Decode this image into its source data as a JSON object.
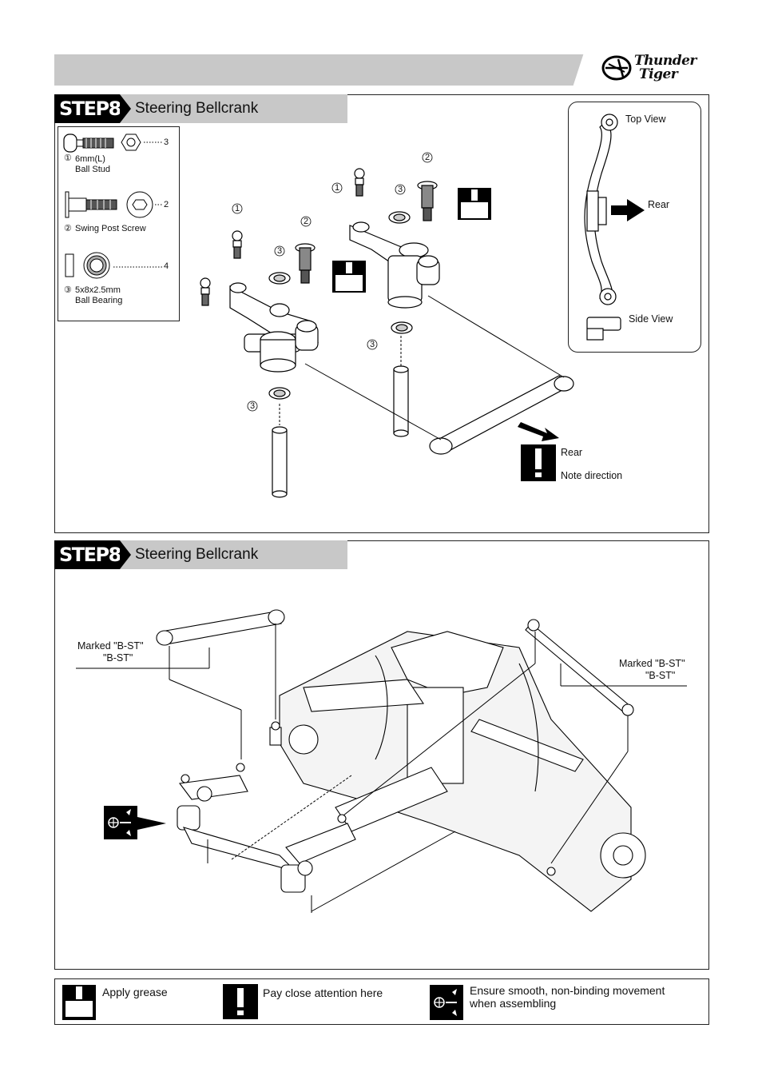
{
  "header": {
    "brand_line1": "Thunder",
    "brand_line2": "Tiger"
  },
  "step_top": {
    "tag": "STEP8",
    "title": "Steering Bellcrank",
    "parts": [
      {
        "num": "①",
        "name": "6mm(L)",
        "desc": "Ball Stud",
        "qty": "3"
      },
      {
        "num": "②",
        "name": "Swing Post Screw",
        "desc": "",
        "qty": "2"
      },
      {
        "num": "③",
        "name": "5x8x2.5mm",
        "desc": "Ball Bearing",
        "qty": "4"
      }
    ],
    "callouts": {
      "c1": "1",
      "c2": "2",
      "c3": "3"
    },
    "inset": {
      "top_view": "Top View",
      "rear": "Rear",
      "side_view": "Side View"
    },
    "rear_label": "Rear",
    "note": "Note direction"
  },
  "step_bottom": {
    "tag": "STEP8",
    "title": "Steering Bellcrank",
    "marked_left_1": "Marked \"B-ST\"",
    "marked_left_2": "\"B-ST\"",
    "marked_right_1": "Marked \"B-ST\"",
    "marked_right_2": "\"B-ST\""
  },
  "legend": {
    "grease": "Apply grease",
    "attention": "Pay close attention here",
    "smooth_1": "Ensure smooth, non-binding movement",
    "smooth_2": "when assembling"
  }
}
